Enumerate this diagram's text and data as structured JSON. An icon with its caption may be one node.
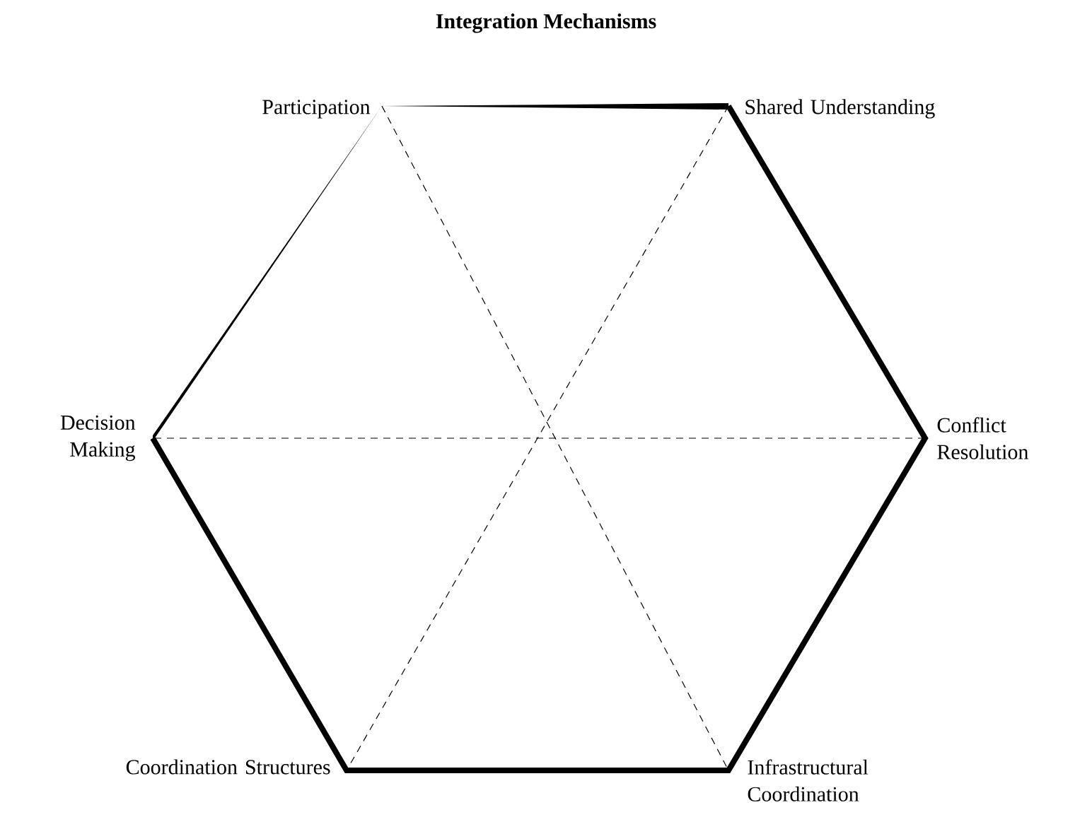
{
  "diagram": {
    "title": "Integration Mechanisms",
    "labels": [
      "Participation",
      "Shared Understanding",
      "Decision Making",
      "Conflict Resolution",
      "Coordination Structures",
      "Infrastructural Coordination"
    ]
  }
}
